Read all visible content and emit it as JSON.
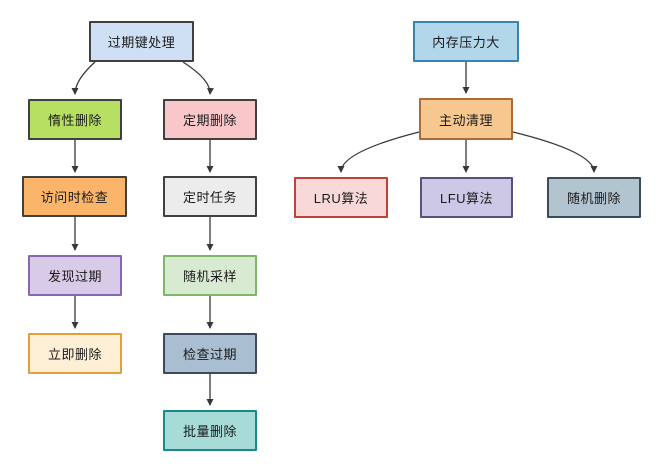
{
  "colors": {
    "background": "#ffffff",
    "edge": "#383838",
    "text": "#1a1a1a"
  },
  "diagram": {
    "type": "flowchart",
    "charts": [
      {
        "name": "expired-key-handling-flow",
        "root": "过期键处理",
        "edges": [
          [
            "过期键处理",
            "惰性删除"
          ],
          [
            "过期键处理",
            "定期删除"
          ],
          [
            "惰性删除",
            "访问时检查"
          ],
          [
            "访问时检查",
            "发现过期"
          ],
          [
            "发现过期",
            "立即删除"
          ],
          [
            "定期删除",
            "定时任务"
          ],
          [
            "定时任务",
            "随机采样"
          ],
          [
            "随机采样",
            "检查过期"
          ],
          [
            "检查过期",
            "批量删除"
          ]
        ]
      },
      {
        "name": "memory-pressure-flow",
        "root": "内存压力大",
        "edges": [
          [
            "内存压力大",
            "主动清理"
          ],
          [
            "主动清理",
            "LRU算法"
          ],
          [
            "主动清理",
            "LFU算法"
          ],
          [
            "主动清理",
            "随机删除"
          ]
        ]
      }
    ]
  },
  "nodes": {
    "expired_key_handling": {
      "label": "过期键处理",
      "fill": "#cfe0f5",
      "border": "#404040"
    },
    "lazy_delete": {
      "label": "惰性删除",
      "fill": "#b7e063",
      "border": "#404040"
    },
    "periodic_delete": {
      "label": "定期删除",
      "fill": "#f9c6ca",
      "border": "#404040"
    },
    "check_on_access": {
      "label": "访问时检查",
      "fill": "#fab56a",
      "border": "#404040"
    },
    "scheduled_task": {
      "label": "定时任务",
      "fill": "#ececec",
      "border": "#404040"
    },
    "found_expired": {
      "label": "发现过期",
      "fill": "#d8cbe8",
      "border": "#8a67ad"
    },
    "random_sampling": {
      "label": "随机采样",
      "fill": "#d9ead3",
      "border": "#7db868"
    },
    "delete_immediately": {
      "label": "立即删除",
      "fill": "#fdeed6",
      "border": "#e1a039"
    },
    "check_expired": {
      "label": "检查过期",
      "fill": "#a9bed0",
      "border": "#3d4a5e"
    },
    "batch_delete": {
      "label": "批量删除",
      "fill": "#a6dbd8",
      "border": "#188a8d"
    },
    "memory_pressure": {
      "label": "内存压力大",
      "fill": "#b3d7ea",
      "border": "#3585ad"
    },
    "active_cleanup": {
      "label": "主动清理",
      "fill": "#f6c78e",
      "border": "#ad6a35"
    },
    "lru_algorithm": {
      "label": "LRU算法",
      "fill": "#f8d8d8",
      "border": "#c24038"
    },
    "lfu_algorithm": {
      "label": "LFU算法",
      "fill": "#ccc8e6",
      "border": "#56517d"
    },
    "random_delete": {
      "label": "随机删除",
      "fill": "#b2c4cf",
      "border": "#3d4b59"
    }
  }
}
